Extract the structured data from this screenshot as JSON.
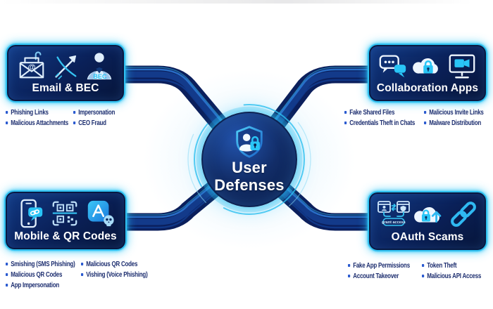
{
  "diagram_type": "hub-and-spoke infographic",
  "center": {
    "icon": "user-shield-lock-icon",
    "line1": "User",
    "line2": "Defenses"
  },
  "boxes": {
    "email": {
      "title": "Email & BEC",
      "icons": [
        "phishing-envelope-icon",
        "spear-phishing-icon",
        "bec-person-icon"
      ],
      "at_symbol": "@",
      "bec_label": "BEC",
      "bullets": {
        "col1": [
          "Phishing Links",
          "Malicious Attachments"
        ],
        "col2": [
          "Impersonation",
          "CEO Fraud"
        ]
      }
    },
    "collab": {
      "title": "Collaboration Apps",
      "icons": [
        "chat-bubbles-icon",
        "cloud-lock-icon",
        "video-monitor-icon"
      ],
      "bullets": {
        "col1": [
          "Fake Shared Files",
          "Credentials Theft in Chats"
        ],
        "col2": [
          "Malicious Invite Links",
          "Malware Distribution"
        ]
      }
    },
    "mobile": {
      "title": "Mobile & QR Codes",
      "icons": [
        "phone-link-bubble-icon",
        "qr-code-icon",
        "app-skull-icon"
      ],
      "bullets": {
        "col1": [
          "Smishing (SMS Phishing)",
          "Malicious QR Codes",
          "App Impersonation"
        ],
        "col2": [
          "Malicious QR Codes",
          "Vishing (Voice Phishing)"
        ]
      }
    },
    "oauth": {
      "title": "OAuth Scams",
      "icons": [
        "grant-access-windows-icon",
        "cloud-lock-upload-icon",
        "chain-link-icon"
      ],
      "grant_label": "grant access",
      "bullets": {
        "col1": [
          "Fake App Permissions",
          "Account Takeover"
        ],
        "col2": [
          "Token Theft",
          "Malicious API Access"
        ]
      }
    }
  },
  "colors": {
    "box_navy_dark": "#071538",
    "box_navy": "#123a84",
    "cyan_accent": "#29c5f6",
    "cyan_border": "#2fc0f0",
    "beam_navy": "#0b1f5c",
    "beam_highlight": "#2e7bd8",
    "bullet_text": "#1e2f70",
    "title_text": "#ffffff",
    "icon_light": "#dfeefc"
  }
}
